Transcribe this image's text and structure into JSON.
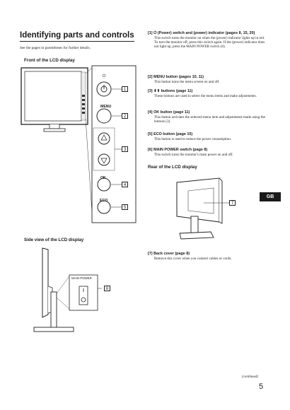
{
  "page": {
    "title": "Identifying parts and controls",
    "intro": "See the pages in parentheses for further details.",
    "front_heading": "Front of the LCD display",
    "side_heading": "Side view of the LCD display",
    "rear_heading": "Rear of the LCD display",
    "tab": "GB",
    "continued": "(continued)",
    "page_number": "5"
  },
  "front_labels": {
    "menu": "MENU",
    "ok": "OK",
    "eco": "ECO",
    "callouts": [
      "1",
      "2",
      "3",
      "4",
      "5"
    ]
  },
  "side_labels": {
    "main_power": "MAIN POWER",
    "callout": "6"
  },
  "rear_labels": {
    "callout": "7"
  },
  "items": [
    {
      "num": "1",
      "heading": "(Power) switch and (power) indicator (pages 8, 15, 20)",
      "body": "This switch turns the monitor on when the (power) indicator lights up in red. To turn the monitor off, press this switch again. If the (power) indicator does not light up, press the MAIN POWER switch (6)."
    },
    {
      "num": "2",
      "heading": "MENU button (pages 10, 11)",
      "body": "This button turns the menu screen on and off."
    },
    {
      "num": "3",
      "heading": "buttons (page 11)",
      "body": "These buttons are used to select the menu items and make adjustments."
    },
    {
      "num": "4",
      "heading": "OK button (page 11)",
      "body": "This button activates the selected menu item and adjustments made using the buttons (3)."
    },
    {
      "num": "5",
      "heading": "ECO button (page 15)",
      "body": "This button is used to reduce the power consumption."
    },
    {
      "num": "6",
      "heading": "MAIN POWER switch (page 8)",
      "body": "This switch turns the monitor's main power on and off."
    },
    {
      "num": "7",
      "heading": "Back cover (page 8)",
      "body": "Remove this cover when you connect cables or cords."
    }
  ]
}
